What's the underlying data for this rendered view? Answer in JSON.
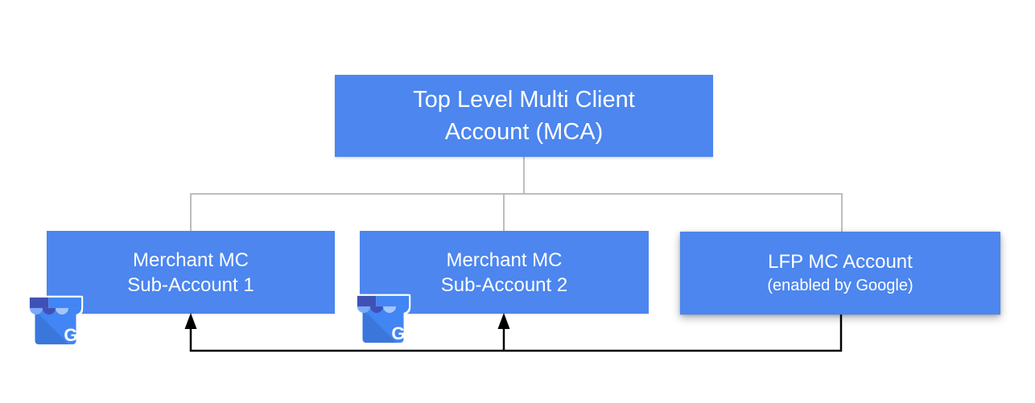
{
  "diagram": {
    "nodes": {
      "mca": {
        "line1": "Top Level Multi Client",
        "line2": "Account (MCA)"
      },
      "sub1": {
        "line1": "Merchant MC",
        "line2": "Sub-Account 1"
      },
      "sub2": {
        "line1": "Merchant MC",
        "line2": "Sub-Account 2"
      },
      "lfp": {
        "line1": "LFP MC Account",
        "line2": "(enabled by Google)"
      }
    },
    "icons": {
      "gmb_name": "google-my-business",
      "gmb_letter": "G"
    },
    "colors": {
      "node_fill": "#4C86EE",
      "node_text": "#FFFFFF",
      "connector": "#BDBDBD",
      "arrow": "#000000",
      "background": "#FFFFFF",
      "gmb_body": "#4285F4",
      "gmb_awning_dark": "#3F51B5",
      "gmb_awning_light": "#7BAAF7",
      "gmb_awning_lighter": "#A6C5FB"
    }
  }
}
